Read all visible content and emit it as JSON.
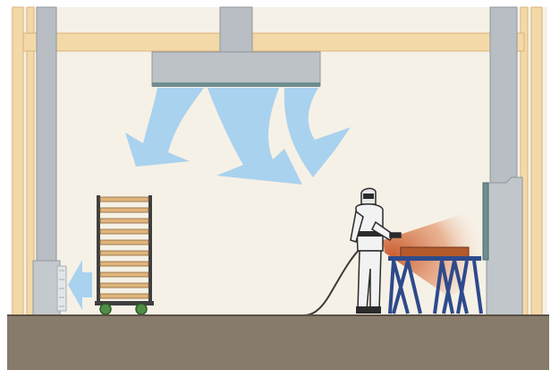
{
  "colors": {
    "background": "#ffffff",
    "wall": "#f6f1e6",
    "wood_beam": "#f4d9a8",
    "wood_outline": "#d9b27a",
    "duct": "#b8bec3",
    "duct_dark": "#8f979d",
    "airflow": "#a9d2ef",
    "floor": "#877b6b",
    "floor_line": "#5b5144",
    "rack_shelf": "#e0b57c",
    "rack_frame": "#3f3f3f",
    "cart_wheel": "#4e8e48",
    "trestle": "#2e4a8c",
    "workpiece": "#b35a2c",
    "spray_glow": "#d46a3a",
    "hose": "#3a3a3a",
    "worker_suit": "#f2f2f2",
    "worker_outline": "#2b2b2b"
  },
  "elements": {
    "air_supply_plenum": "supply-duct",
    "airflow_arrows": 3,
    "drying_rack_shelves": 10,
    "exhaust_intake": "exhaust-filter",
    "exhaust_arrow": "left-arrow",
    "spray_booth_workstation": "trestle-table",
    "painter": "spray-gun-operator"
  }
}
